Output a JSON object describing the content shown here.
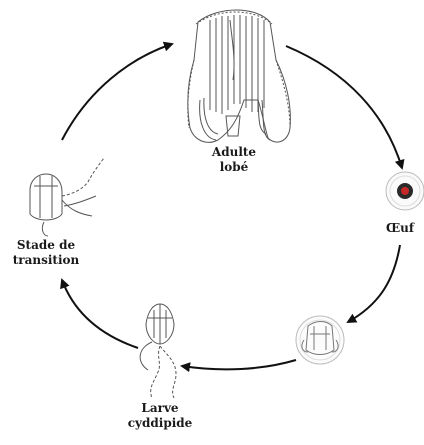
{
  "stages": {
    "adult": {
      "line1": "Adulte",
      "line2": "lobé"
    },
    "egg": {
      "label": "Œuf"
    },
    "larva": {
      "line1": "Larve",
      "line2": "cyddipide"
    },
    "transition": {
      "line1": "Stade de",
      "line2": "transition"
    }
  },
  "colors": {
    "ink": "#1a1a1a",
    "line": "#555555",
    "egg_center": "#c62828",
    "arrow": "#111111"
  },
  "cycle_direction": "clockwise"
}
